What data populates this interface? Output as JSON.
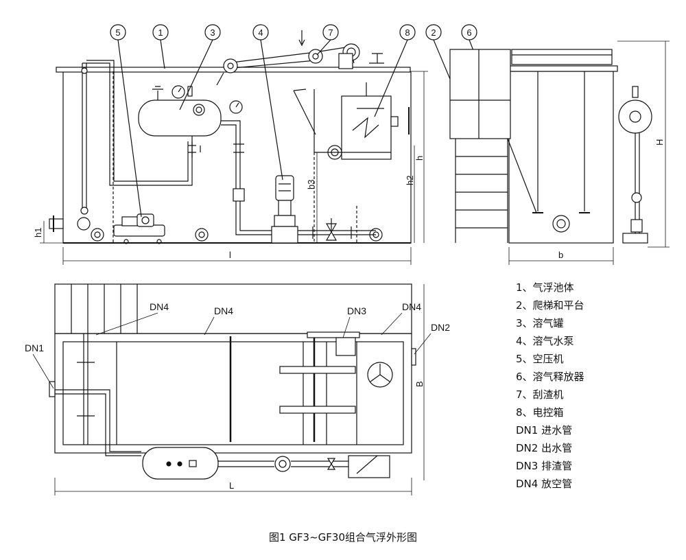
{
  "callouts": [
    "5",
    "1",
    "3",
    "4",
    "7",
    "8",
    "2",
    "6"
  ],
  "dimensions": {
    "h1": "h1",
    "h2": "h2",
    "h3": "h3",
    "h": "h",
    "l": "l",
    "b": "b",
    "H": "H",
    "L": "L",
    "B": "B"
  },
  "pipes": {
    "dn1": "DN1",
    "dn2": "DN2",
    "dn3": "DN3",
    "dn4_a": "DN4",
    "dn4_b": "DN4",
    "dn4_c": "DN4"
  },
  "legend": [
    "1、气浮池体",
    "2、爬梯和平台",
    "3、溶气罐",
    "4、溶气水泵",
    "5、空压机",
    "6、溶气释放器",
    "7、刮渣机",
    "8、电控箱",
    "DN1 进水管",
    "DN2 出水管",
    "DN3 排渣管",
    "DN4 放空管"
  ],
  "caption": "图1  GF3~GF30组合气浮外形图"
}
